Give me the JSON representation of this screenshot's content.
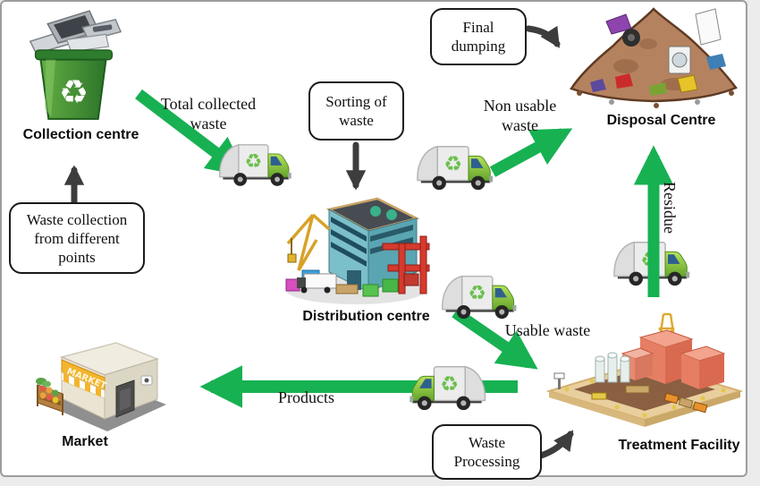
{
  "colors": {
    "arrow_green": "#17b152",
    "arrow_black": "#3d3d3d",
    "truck_green": "#8dc63f",
    "bin_green": "#3c8a2e",
    "box_border": "#1a1a1a"
  },
  "nodes": {
    "collection": {
      "label": "Collection centre"
    },
    "distribution": {
      "label": "Distribution centre"
    },
    "disposal": {
      "label": "Disposal Centre"
    },
    "treatment": {
      "label": "Treatment Facility"
    },
    "market": {
      "label": "Market",
      "sign": "MARKET"
    }
  },
  "callouts": {
    "waste_collection": {
      "text": "Waste collection from different points"
    },
    "sorting": {
      "text": "Sorting of waste"
    },
    "final_dumping": {
      "text": "Final dumping"
    },
    "waste_processing": {
      "text": "Waste Processing"
    }
  },
  "flows": {
    "total_collected": {
      "label": "Total collected waste"
    },
    "non_usable": {
      "label": "Non usable waste"
    },
    "residue": {
      "label": "Residue"
    },
    "usable": {
      "label": "Usable waste"
    },
    "products": {
      "label": "Products"
    }
  }
}
